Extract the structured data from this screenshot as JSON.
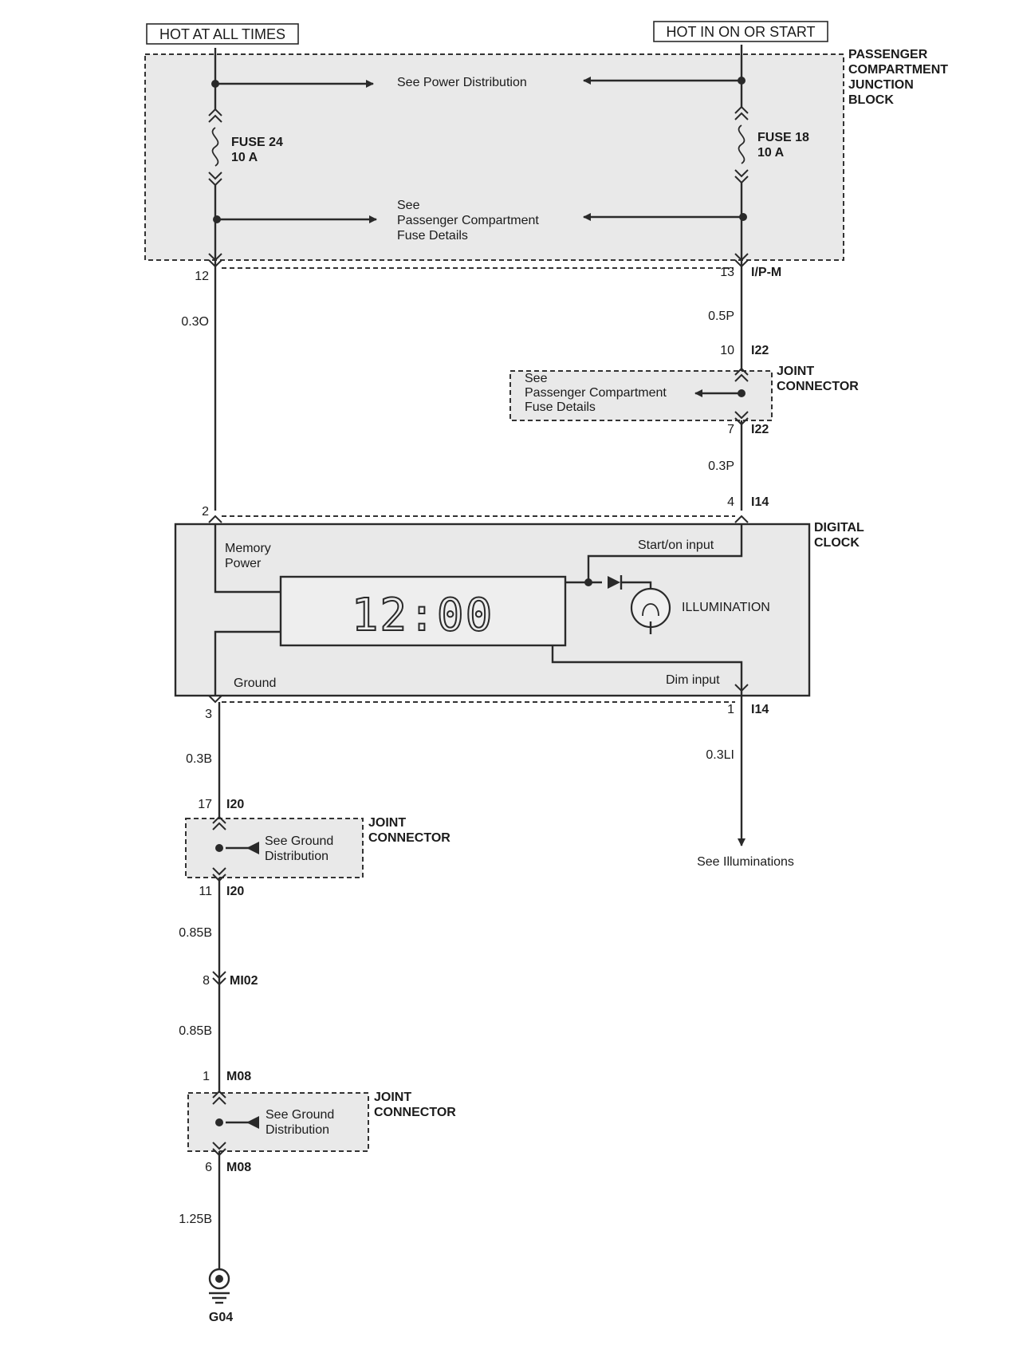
{
  "power_sources": {
    "left": "HOT AT ALL TIMES",
    "right": "HOT IN ON OR START"
  },
  "junction_block": {
    "name": [
      "PASSENGER",
      "COMPARTMENT",
      "JUNCTION",
      "BLOCK"
    ],
    "see_power": "See Power Distribution",
    "see_fuse": [
      "See",
      "Passenger Compartment",
      "Fuse Details"
    ],
    "fuse_left": [
      "FUSE 24",
      "10 A"
    ],
    "fuse_right": [
      "FUSE 18",
      "10 A"
    ]
  },
  "left_circuit": {
    "pin_12": "12",
    "wire_1": "0.3O",
    "pin_2": "2",
    "pin_3": "3",
    "wire_2": "0.3B",
    "pin_17": "17",
    "conn_i20_top": "I20",
    "pin_11": "11",
    "conn_i20_bottom": "I20",
    "wire_3": "0.85B",
    "pin_8": "8",
    "conn_mi02": "MI02",
    "wire_4": "0.85B",
    "pin_1": "1",
    "conn_m08_top": "M08",
    "pin_6": "6",
    "conn_m08_bottom": "M08",
    "wire_5": "1.25B",
    "ground": "G04"
  },
  "right_circuit": {
    "pin_13": "13",
    "conn_ipm": "I/P-M",
    "wire_1": "0.5P",
    "pin_10": "10",
    "conn_i22_top": "I22",
    "pin_7": "7",
    "conn_i22_bottom": "I22",
    "wire_2": "0.3P",
    "pin_4": "4",
    "conn_i14_top": "I14",
    "pin_1": "1",
    "conn_i14_bottom": "I14",
    "wire_3": "0.3LI",
    "see_illum": "See Illuminations"
  },
  "joint_connector_label": [
    "JOINT",
    "CONNECTOR"
  ],
  "joint_connector_i22": [
    "See",
    "Passenger Compartment",
    "Fuse Details"
  ],
  "joint_connector_ground": [
    "See Ground",
    "Distribution"
  ],
  "clock": {
    "name": [
      "DIGITAL",
      "CLOCK"
    ],
    "memory_power": [
      "Memory",
      "Power"
    ],
    "ground": "Ground",
    "start_on": "Start/on input",
    "dim": "Dim input",
    "illumination": "ILLUMINATION",
    "display": "12:00"
  }
}
